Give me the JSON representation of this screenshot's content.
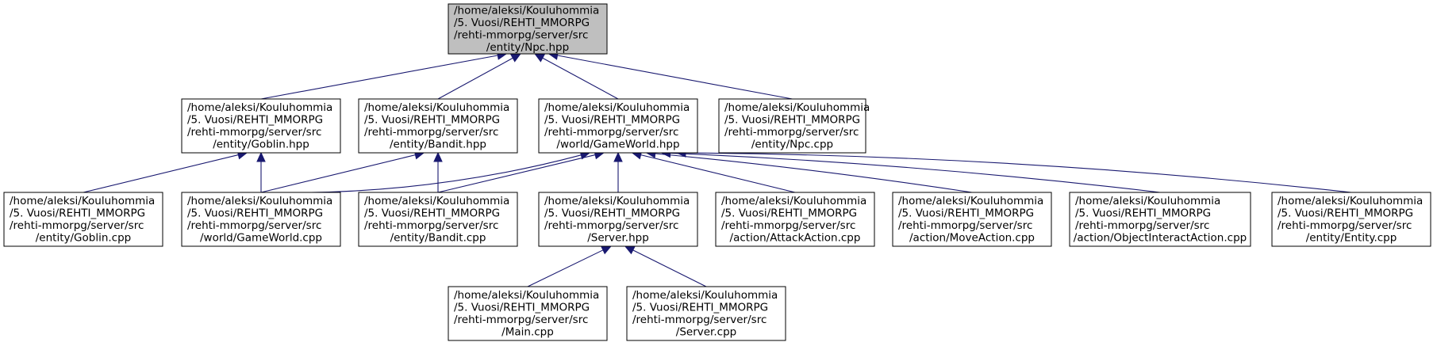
{
  "colors": {
    "root_fill": "#bfbfbf",
    "node_fill": "#ffffff",
    "border": "#000000",
    "edge": "#191970"
  },
  "nodes": [
    {
      "id": "npc_hpp",
      "root": true,
      "lines": [
        "/home/aleksi/Kouluhommia",
        "/5. Vuosi/REHTI_MMORPG",
        "/rehti-mmorpg/server/src",
        "/entity/Npc.hpp"
      ]
    },
    {
      "id": "goblin_hpp",
      "lines": [
        "/home/aleksi/Kouluhommia",
        "/5. Vuosi/REHTI_MMORPG",
        "/rehti-mmorpg/server/src",
        "/entity/Goblin.hpp"
      ]
    },
    {
      "id": "bandit_hpp",
      "lines": [
        "/home/aleksi/Kouluhommia",
        "/5. Vuosi/REHTI_MMORPG",
        "/rehti-mmorpg/server/src",
        "/entity/Bandit.hpp"
      ]
    },
    {
      "id": "gameworld_hpp",
      "lines": [
        "/home/aleksi/Kouluhommia",
        "/5. Vuosi/REHTI_MMORPG",
        "/rehti-mmorpg/server/src",
        "/world/GameWorld.hpp"
      ]
    },
    {
      "id": "npc_cpp",
      "lines": [
        "/home/aleksi/Kouluhommia",
        "/5. Vuosi/REHTI_MMORPG",
        "/rehti-mmorpg/server/src",
        "/entity/Npc.cpp"
      ]
    },
    {
      "id": "goblin_cpp",
      "lines": [
        "/home/aleksi/Kouluhommia",
        "/5. Vuosi/REHTI_MMORPG",
        "/rehti-mmorpg/server/src",
        "/entity/Goblin.cpp"
      ]
    },
    {
      "id": "gameworld_cpp",
      "lines": [
        "/home/aleksi/Kouluhommia",
        "/5. Vuosi/REHTI_MMORPG",
        "/rehti-mmorpg/server/src",
        "/world/GameWorld.cpp"
      ]
    },
    {
      "id": "bandit_cpp",
      "lines": [
        "/home/aleksi/Kouluhommia",
        "/5. Vuosi/REHTI_MMORPG",
        "/rehti-mmorpg/server/src",
        "/entity/Bandit.cpp"
      ]
    },
    {
      "id": "server_hpp",
      "lines": [
        "/home/aleksi/Kouluhommia",
        "/5. Vuosi/REHTI_MMORPG",
        "/rehti-mmorpg/server/src",
        "/Server.hpp"
      ]
    },
    {
      "id": "attackaction_cpp",
      "lines": [
        "/home/aleksi/Kouluhommia",
        "/5. Vuosi/REHTI_MMORPG",
        "/rehti-mmorpg/server/src",
        "/action/AttackAction.cpp"
      ]
    },
    {
      "id": "moveaction_cpp",
      "lines": [
        "/home/aleksi/Kouluhommia",
        "/5. Vuosi/REHTI_MMORPG",
        "/rehti-mmorpg/server/src",
        "/action/MoveAction.cpp"
      ]
    },
    {
      "id": "objectinteractaction_cpp",
      "lines": [
        "/home/aleksi/Kouluhommia",
        "/5. Vuosi/REHTI_MMORPG",
        "/rehti-mmorpg/server/src",
        "/action/ObjectInteractAction.cpp"
      ]
    },
    {
      "id": "entity_cpp",
      "lines": [
        "/home/aleksi/Kouluhommia",
        "/5. Vuosi/REHTI_MMORPG",
        "/rehti-mmorpg/server/src",
        "/entity/Entity.cpp"
      ]
    },
    {
      "id": "main_cpp",
      "lines": [
        "/home/aleksi/Kouluhommia",
        "/5. Vuosi/REHTI_MMORPG",
        "/rehti-mmorpg/server/src",
        "/Main.cpp"
      ]
    },
    {
      "id": "server_cpp",
      "lines": [
        "/home/aleksi/Kouluhommia",
        "/5. Vuosi/REHTI_MMORPG",
        "/rehti-mmorpg/server/src",
        "/Server.cpp"
      ]
    }
  ],
  "edges": [
    {
      "from": "goblin_hpp",
      "to": "npc_hpp"
    },
    {
      "from": "bandit_hpp",
      "to": "npc_hpp"
    },
    {
      "from": "gameworld_hpp",
      "to": "npc_hpp"
    },
    {
      "from": "npc_cpp",
      "to": "npc_hpp"
    },
    {
      "from": "goblin_cpp",
      "to": "goblin_hpp"
    },
    {
      "from": "gameworld_cpp",
      "to": "goblin_hpp"
    },
    {
      "from": "gameworld_cpp",
      "to": "bandit_hpp"
    },
    {
      "from": "bandit_cpp",
      "to": "bandit_hpp"
    },
    {
      "from": "gameworld_cpp",
      "to": "gameworld_hpp"
    },
    {
      "from": "bandit_cpp",
      "to": "gameworld_hpp"
    },
    {
      "from": "server_hpp",
      "to": "gameworld_hpp"
    },
    {
      "from": "attackaction_cpp",
      "to": "gameworld_hpp"
    },
    {
      "from": "moveaction_cpp",
      "to": "gameworld_hpp"
    },
    {
      "from": "objectinteractaction_cpp",
      "to": "gameworld_hpp"
    },
    {
      "from": "entity_cpp",
      "to": "gameworld_hpp"
    },
    {
      "from": "main_cpp",
      "to": "server_hpp"
    },
    {
      "from": "server_cpp",
      "to": "server_hpp"
    }
  ]
}
